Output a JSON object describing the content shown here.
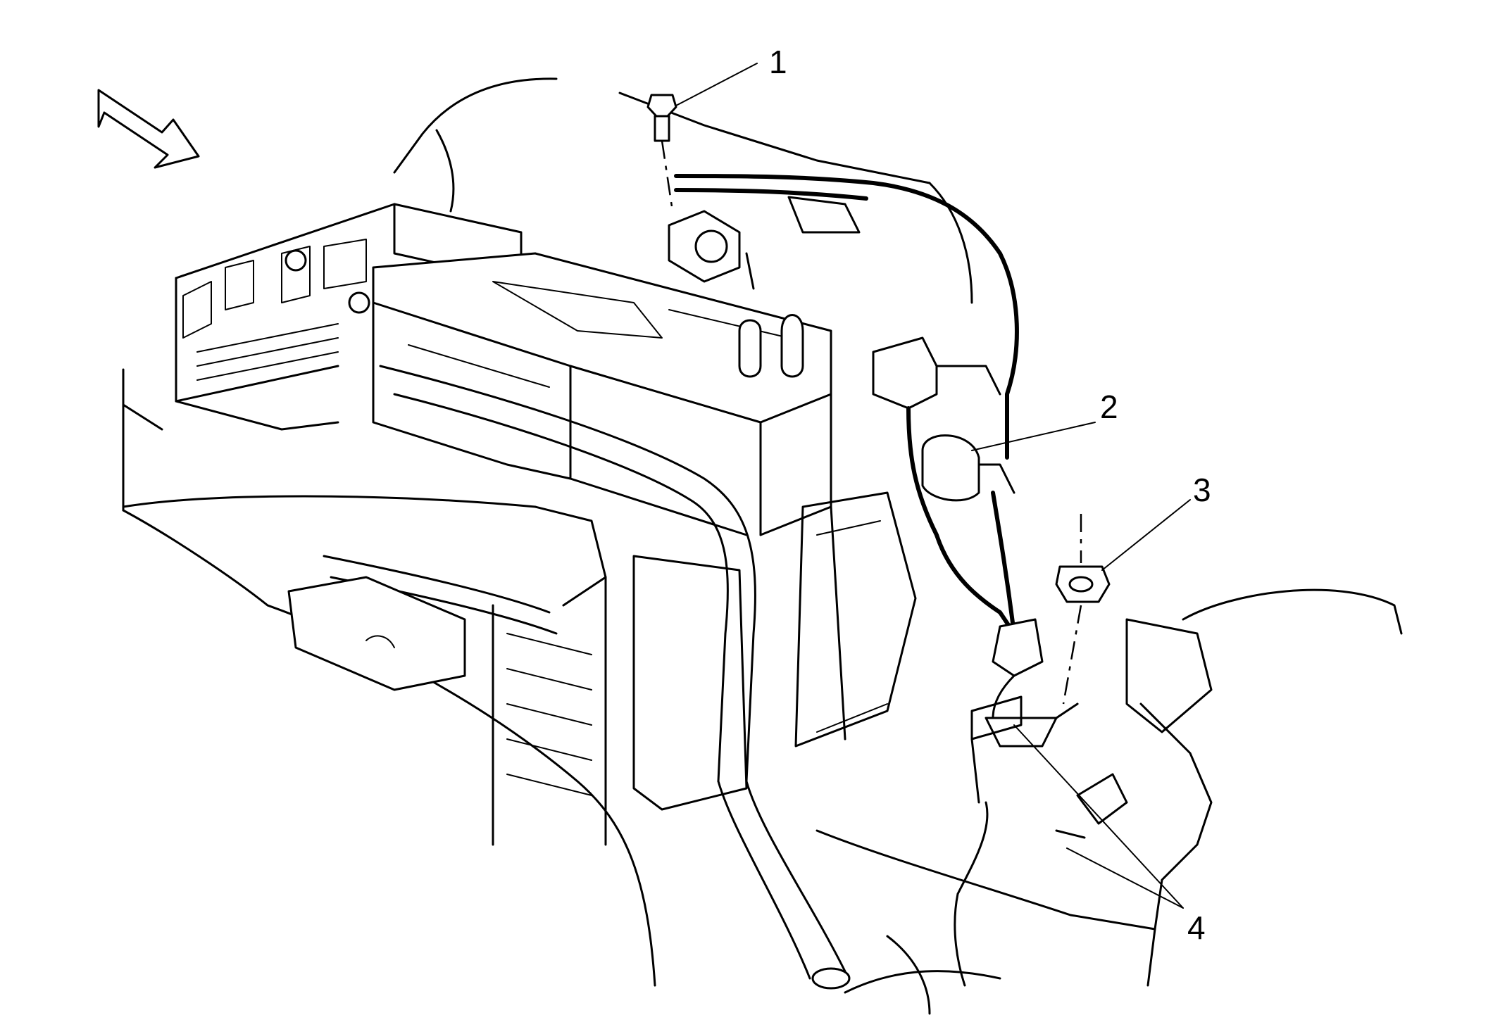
{
  "callouts": [
    {
      "id": "1",
      "label": "1"
    },
    {
      "id": "2",
      "label": "2"
    },
    {
      "id": "3",
      "label": "3"
    },
    {
      "id": "4",
      "label": "4"
    }
  ],
  "colors": {
    "line": "#000000",
    "background": "#ffffff"
  },
  "icons": [
    "direction-arrow-icon"
  ]
}
